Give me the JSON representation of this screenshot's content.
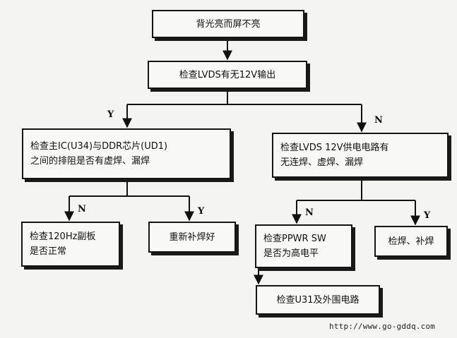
{
  "flow": {
    "start": "背光亮而屏不亮",
    "check_lvds": "检查LVDS有无12V输出",
    "branch_yes_label": "Y",
    "branch_no_label": "N",
    "yes_check": "检查主IC(U34)与DDR芯片(UD1)\n之间的排阻是否有虚焊、漏焊",
    "no_check": "检查LVDS 12V供电电路有\n无连焊、虚焊、漏焊",
    "left_n_label": "N",
    "left_y_label": "Y",
    "check_board": "检查120Hz副板\n是否正常",
    "resolder": "重新补焊好",
    "right_n_label": "N",
    "right_y_label": "Y",
    "check_ppwr": "检查PPWR SW\n是否为高电平",
    "weld": "检焊、补焊",
    "check_u31": "检查U31及外围电路"
  },
  "footer": {
    "url": "http://www.go-gddq.com"
  }
}
